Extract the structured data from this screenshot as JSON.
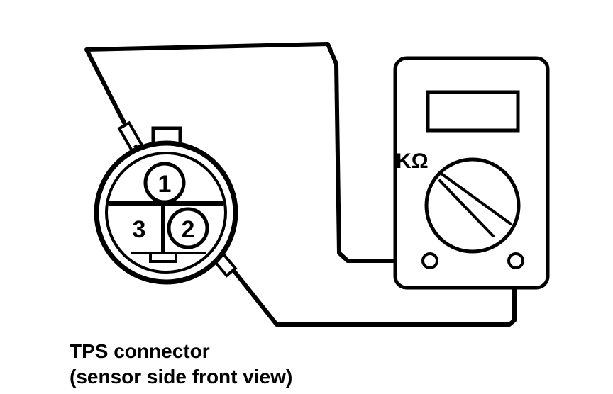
{
  "meter": {
    "unit_label": "KΩ"
  },
  "connector": {
    "pins": [
      {
        "id": "1",
        "label": "1",
        "circled": true
      },
      {
        "id": "2",
        "label": "2",
        "circled": true
      },
      {
        "id": "3",
        "label": "3",
        "circled": false
      }
    ]
  },
  "caption": {
    "line1": "TPS connector",
    "line2": "(sensor side front view)"
  },
  "colors": {
    "ink": "#000000",
    "paper": "#ffffff"
  }
}
